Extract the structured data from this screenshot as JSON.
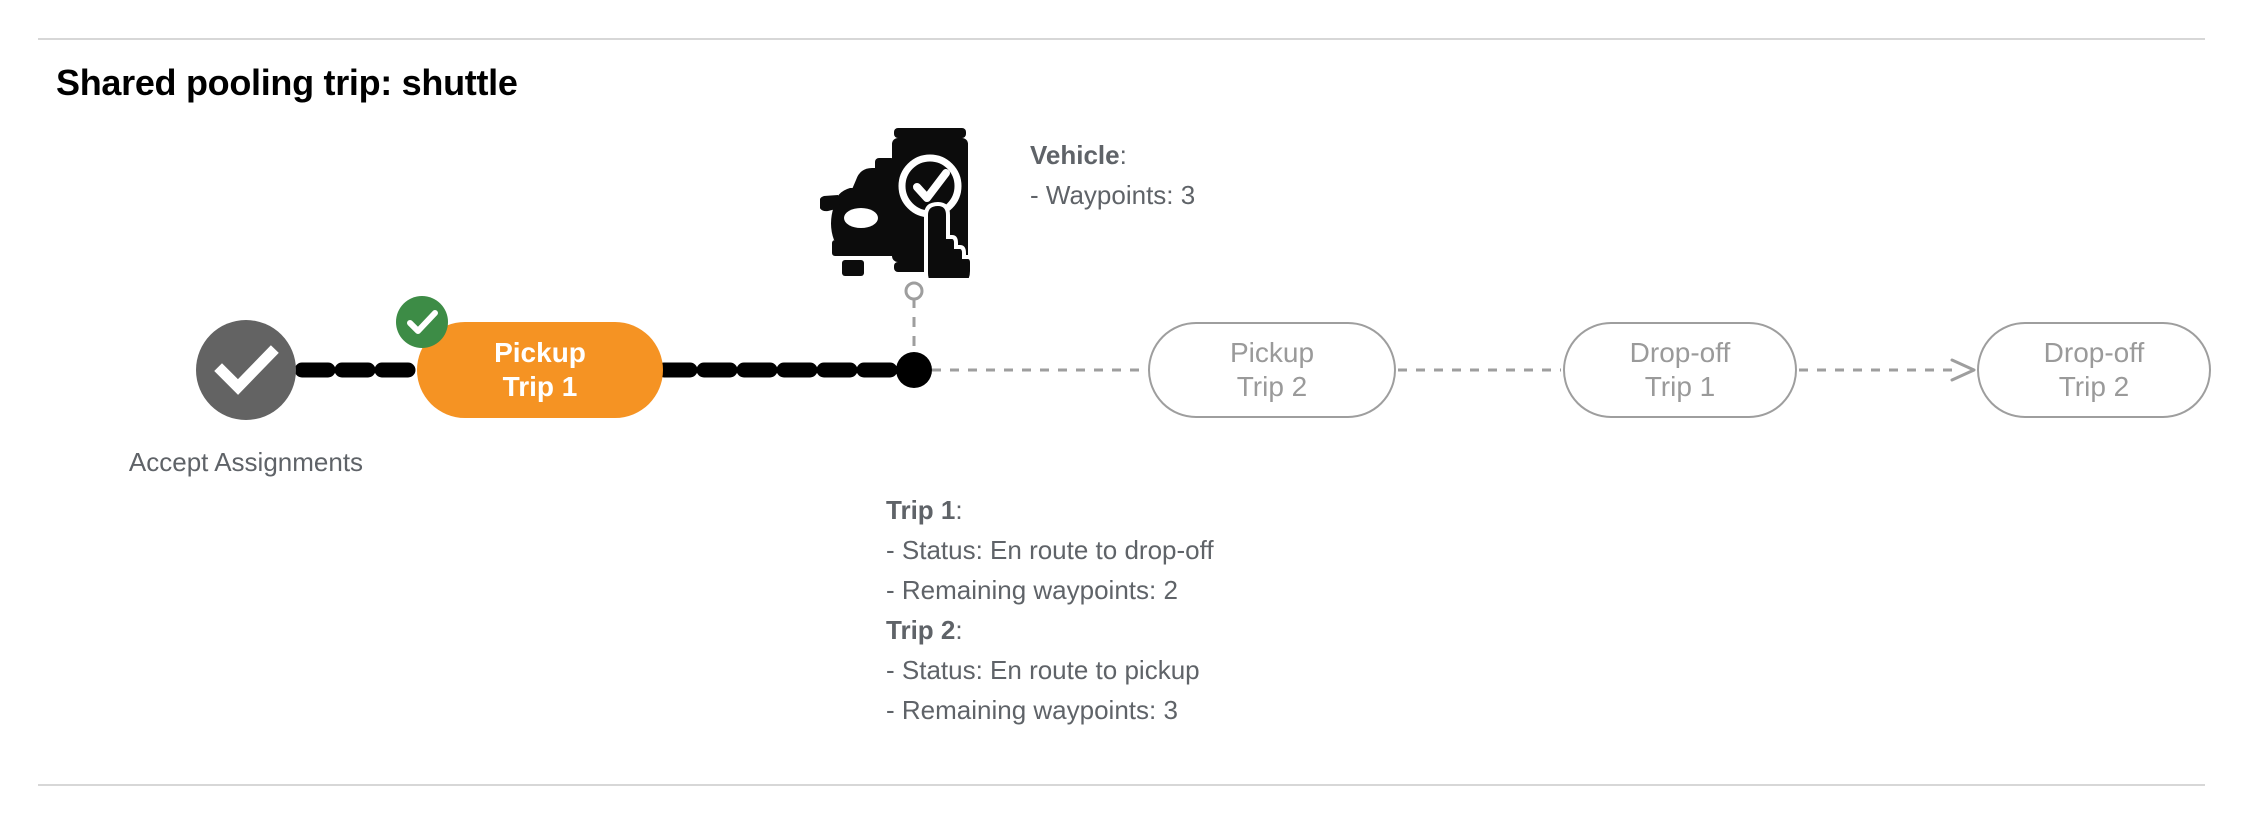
{
  "page": {
    "title": "Shared pooling trip: shuttle",
    "background": "#ffffff",
    "divider_color": "#d7d7d7"
  },
  "colors": {
    "active_pill": "#f59323",
    "completed_node": "#636363",
    "check_badge": "#3d8c46",
    "future_pill_border": "#9e9e9e",
    "future_pill_text": "#9a9a9a",
    "body_text": "#5f6368",
    "travelled_path": "#000000",
    "remaining_path": "#9e9e9e"
  },
  "flow": {
    "start_node": {
      "icon": "check-circle-icon",
      "label_line1": "Accept",
      "label_line2": "Assignments",
      "state": "completed"
    },
    "steps": [
      {
        "id": "pickup-trip-1",
        "line1": "Pickup",
        "line2": "Trip 1",
        "state": "completed",
        "badge": "check-icon"
      },
      {
        "id": "pickup-trip-2",
        "line1": "Pickup",
        "line2": "Trip 2",
        "state": "upcoming",
        "badge": ""
      },
      {
        "id": "dropoff-trip-1",
        "line1": "Drop-off",
        "line2": "Trip 1",
        "state": "upcoming",
        "badge": ""
      },
      {
        "id": "dropoff-trip-2",
        "line1": "Drop-off",
        "line2": "Trip 2",
        "state": "upcoming",
        "badge": ""
      }
    ],
    "vehicle_marker": {
      "icon": "vehicle-position-dot",
      "connector_icon": "vehicle-leader-line"
    }
  },
  "vehicle_info": {
    "heading": "Vehicle",
    "heading_suffix": ":",
    "rows": [
      "- Waypoints: 3"
    ]
  },
  "trips_info": {
    "trip1": {
      "heading": "Trip 1",
      "heading_suffix": ":",
      "rows": [
        "- Status:  En route to drop-off",
        "- Remaining waypoints: 2"
      ]
    },
    "trip2": {
      "heading": "Trip 2",
      "heading_suffix": ":",
      "rows": [
        "- Status:  En route to pickup",
        "- Remaining waypoints: 3"
      ]
    }
  },
  "icons": {
    "vehicle": "car-with-phone-check-icon",
    "start_check": "check-icon",
    "badge_check": "check-icon"
  }
}
